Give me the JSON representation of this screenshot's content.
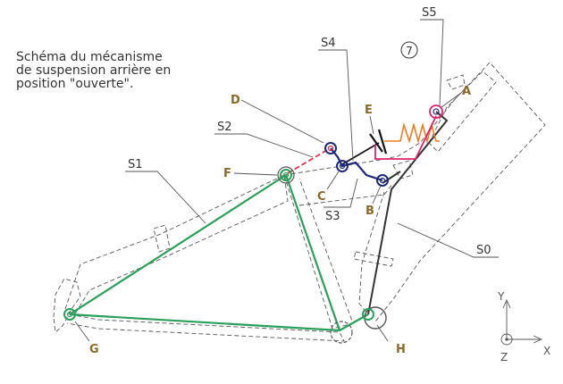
{
  "caption": {
    "line1": "Schéma du mécanisme",
    "line2": "de suspension arrière en",
    "line3": "position \"ouverte\"."
  },
  "solids": {
    "s0": "S0",
    "s1": "S1",
    "s2": "S2",
    "s3": "S3",
    "s4": "S4",
    "s5": "S5"
  },
  "points": {
    "a": "A",
    "b": "B",
    "c": "C",
    "d": "D",
    "e": "E",
    "f": "F",
    "g": "G",
    "h": "H"
  },
  "spring_number": "7",
  "axes": {
    "x": "X",
    "y": "Y",
    "z": "Z"
  },
  "colors": {
    "green": "#2aa05a",
    "navy": "#1e2a78",
    "red": "#e0203a",
    "orange": "#f07a20",
    "magenta": "#e0206a",
    "label": "#8a6a2a",
    "frame": "#555555",
    "dark": "#333333"
  }
}
